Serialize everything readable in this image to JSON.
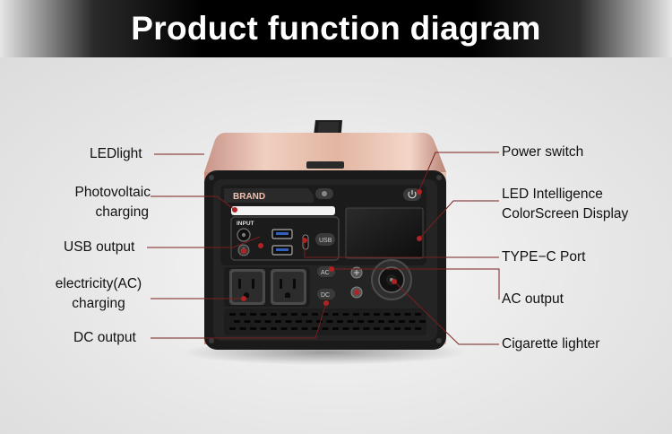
{
  "title": "Product function diagram",
  "device": {
    "brand": "BRAND",
    "input_label": "INPUT",
    "usb_badge": "USB",
    "ac_badge": "AC",
    "dc_badge": "DC"
  },
  "labels": {
    "led_light": "LEDlight",
    "photovoltaic_line1": "Photovoltaic",
    "photovoltaic_line2": "charging",
    "usb_output": "USB output",
    "ac_charging_line1": "electricity(AC)",
    "ac_charging_line2": "charging",
    "dc_output": "DC output",
    "power_switch": "Power switch",
    "led_screen_line1": "LED Intelligence",
    "led_screen_line2": "ColorScreen Display",
    "type_c_port": "TYPE−C Port",
    "ac_output": "AC output",
    "cigarette_lighter": "Cigarette lighter"
  },
  "colors": {
    "callout_line": "#7a1f1f",
    "callout_dot": "#b22222",
    "body_rose_gold": "#e5b9a4",
    "panel_black": "#1a1a1a"
  }
}
